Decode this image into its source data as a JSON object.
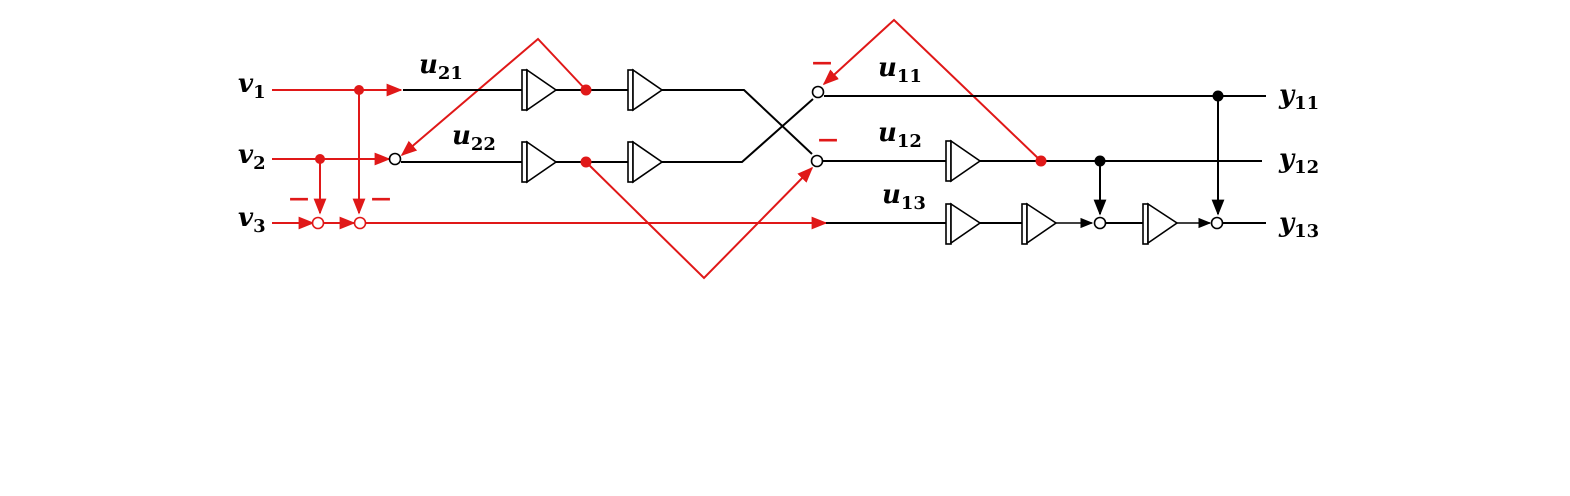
{
  "colors": {
    "signal_path": "#e01818",
    "main_path": "#000000"
  },
  "inputs": [
    {
      "base": "v",
      "sub": "1"
    },
    {
      "base": "v",
      "sub": "2"
    },
    {
      "base": "v",
      "sub": "3"
    }
  ],
  "outputs": [
    {
      "base": "y",
      "sub": "11"
    },
    {
      "base": "y",
      "sub": "12"
    },
    {
      "base": "y",
      "sub": "13"
    }
  ],
  "stage2_labels": [
    {
      "base": "u",
      "sub": "21"
    },
    {
      "base": "u",
      "sub": "22"
    }
  ],
  "stage1_labels": [
    {
      "base": "u",
      "sub": "11"
    },
    {
      "base": "u",
      "sub": "12"
    },
    {
      "base": "u",
      "sub": "13"
    }
  ],
  "minus_sign": "—"
}
